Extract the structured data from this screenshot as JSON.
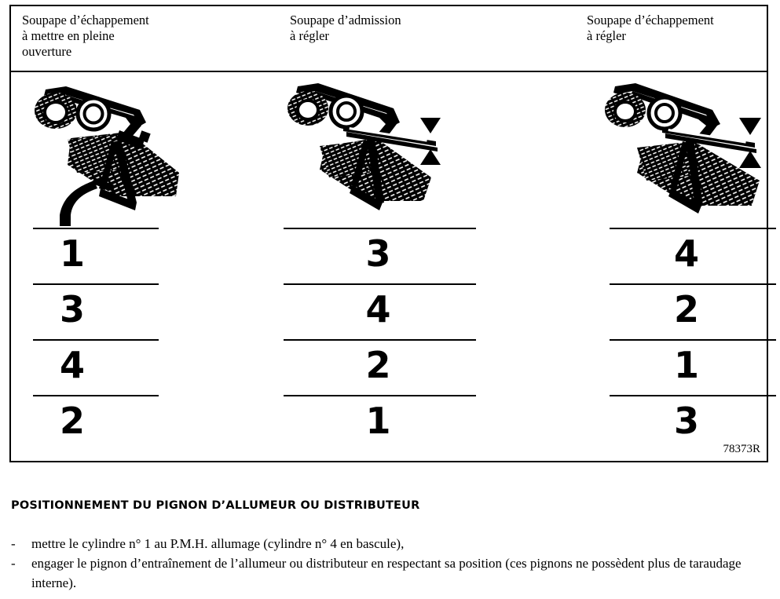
{
  "table": {
    "columns": [
      {
        "header": "Soupape d’échappement\nà mettre en pleine\nouverture",
        "diagram": "rocker-arm-full-open",
        "order": [
          "1",
          "3",
          "4",
          "2"
        ]
      },
      {
        "header": "Soupape d’admission\nà régler",
        "diagram": "rocker-arm-feeler-gauge",
        "order": [
          "3",
          "4",
          "2",
          "1"
        ]
      },
      {
        "header": "Soupape d’échappement\nà régler",
        "diagram": "rocker-arm-feeler-gauge",
        "order": [
          "4",
          "2",
          "1",
          "3"
        ]
      }
    ],
    "figure_reference": "78373R"
  },
  "instructions": {
    "heading": "POSITIONNEMENT DU PIGNON D’ALLUMEUR OU DISTRIBUTEUR",
    "bullet_mark": "-",
    "items": [
      "mettre le cylindre n° 1 au P.M.H. allumage (cylindre n° 4 en bascule),",
      "engager le pignon d’entraînement de l’allumeur ou distributeur en respectant sa position (ces pignons ne possèdent plus de taraudage interne)."
    ]
  },
  "colors": {
    "ink": "#000000",
    "page": "#ffffff"
  }
}
